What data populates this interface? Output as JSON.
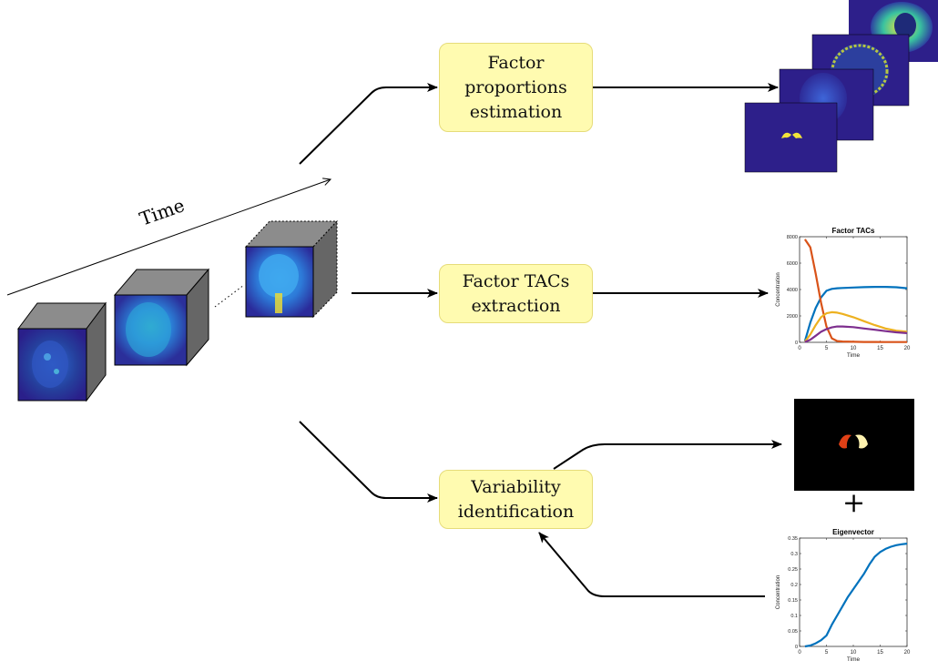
{
  "time_label": "Time",
  "boxes": {
    "factor_proportions": [
      "Factor",
      "proportions",
      "estimation"
    ],
    "factor_tacs": [
      "Factor TACs",
      "extraction"
    ],
    "variability": [
      "Variability",
      "identification"
    ]
  },
  "plus_sign": "+",
  "colors": {
    "box_fill": "#fffbb0",
    "box_border": "#e6dc7a",
    "map_background": "#2d1f8a",
    "cube_side": "#6f6f6f",
    "line_blue": "#0072bd",
    "line_orange": "#d95319",
    "line_yellow": "#edb120",
    "line_purple": "#7e2f8e"
  },
  "chart_data": [
    {
      "type": "line",
      "title": "Factor TACs",
      "xlabel": "Time",
      "ylabel": "Concentration",
      "xlim": [
        0,
        20
      ],
      "ylim": [
        0,
        8000
      ],
      "xticks": [
        "0",
        "5",
        "10",
        "15",
        "20"
      ],
      "yticks": [
        "0",
        "2000",
        "4000",
        "6000",
        "8000"
      ],
      "x": [
        1,
        2,
        3,
        4,
        5,
        6,
        7,
        8,
        10,
        12,
        14,
        16,
        18,
        20
      ],
      "series": [
        {
          "color": "#0072bd",
          "values": [
            100,
            1500,
            2600,
            3400,
            3900,
            4050,
            4100,
            4120,
            4150,
            4180,
            4200,
            4200,
            4170,
            4100
          ]
        },
        {
          "color": "#d95319",
          "values": [
            7800,
            7200,
            5200,
            3000,
            1200,
            300,
            100,
            60,
            40,
            30,
            25,
            20,
            20,
            20
          ]
        },
        {
          "color": "#edb120",
          "values": [
            50,
            600,
            1300,
            1900,
            2200,
            2280,
            2250,
            2150,
            1900,
            1600,
            1300,
            1050,
            880,
            800
          ]
        },
        {
          "color": "#7e2f8e",
          "values": [
            30,
            200,
            500,
            800,
            1000,
            1130,
            1200,
            1200,
            1150,
            1050,
            950,
            850,
            760,
            700
          ]
        }
      ]
    },
    {
      "type": "line",
      "title": "Eigenvector",
      "xlabel": "Time",
      "ylabel": "Concentration",
      "xlim": [
        0,
        20
      ],
      "ylim": [
        0,
        0.35
      ],
      "xticks": [
        "0",
        "5",
        "10",
        "15",
        "20"
      ],
      "yticks": [
        "0",
        "0.05",
        "0.1",
        "0.15",
        "0.2",
        "0.25",
        "0.3",
        "0.35"
      ],
      "x": [
        1,
        2,
        3,
        4,
        5,
        6,
        7,
        8,
        9,
        10,
        11,
        12,
        13,
        14,
        15,
        16,
        17,
        18,
        19,
        20
      ],
      "series": [
        {
          "color": "#0072bd",
          "values": [
            0.0,
            0.003,
            0.01,
            0.02,
            0.035,
            0.07,
            0.1,
            0.13,
            0.16,
            0.185,
            0.21,
            0.235,
            0.265,
            0.29,
            0.305,
            0.315,
            0.322,
            0.327,
            0.33,
            0.332
          ]
        }
      ]
    }
  ]
}
